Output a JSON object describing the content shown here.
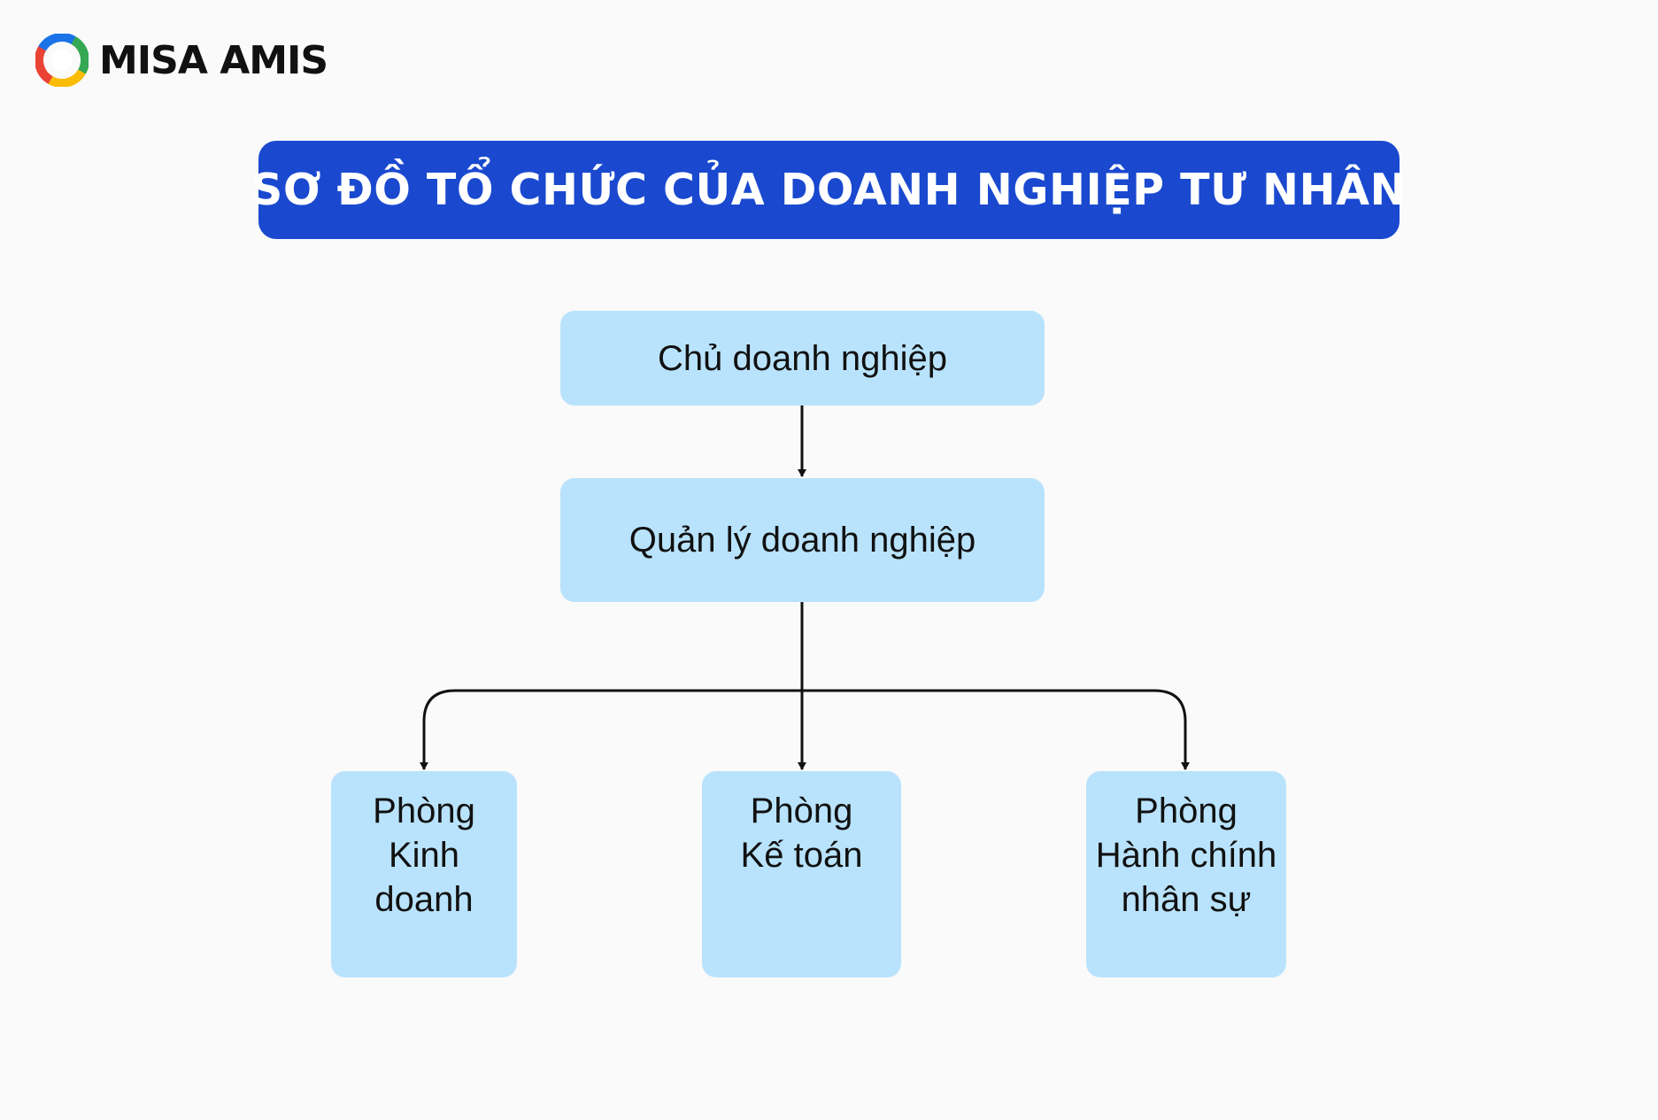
{
  "brand": {
    "logo_text": "MISA AMIS",
    "logo_icon": "misa-amis-swirl-logo",
    "colors": [
      "#1a73e8",
      "#34a853",
      "#fbbc05",
      "#ea4335"
    ]
  },
  "title": "SƠ ĐỒ TỔ CHỨC CỦA DOANH NGHIỆP TƯ NHÂN",
  "colors": {
    "title_background": "#1a49cf",
    "title_text": "#ffffff",
    "node_fill": "#b9e3fc",
    "connector": "#111111",
    "page_background": "#fafafa"
  },
  "nodes": {
    "owner": {
      "label": "Chủ doanh nghiệp"
    },
    "manager": {
      "label": "Quản lý doanh nghiệp"
    },
    "departments": [
      {
        "line1": "Phòng",
        "line2": "Kinh",
        "line3": "doanh"
      },
      {
        "line1": "Phòng",
        "line2": "Kế toán",
        "line3": ""
      },
      {
        "line1": "Phòng",
        "line2": "Hành chính",
        "line3": "nhân sự"
      }
    ]
  },
  "edges": [
    {
      "from": "Chủ doanh nghiệp",
      "to": "Quản lý doanh nghiệp"
    },
    {
      "from": "Quản lý doanh nghiệp",
      "to": "Phòng Kinh doanh"
    },
    {
      "from": "Quản lý doanh nghiệp",
      "to": "Phòng Kế toán"
    },
    {
      "from": "Quản lý doanh nghiệp",
      "to": "Phòng Hành chính nhân sự"
    }
  ]
}
